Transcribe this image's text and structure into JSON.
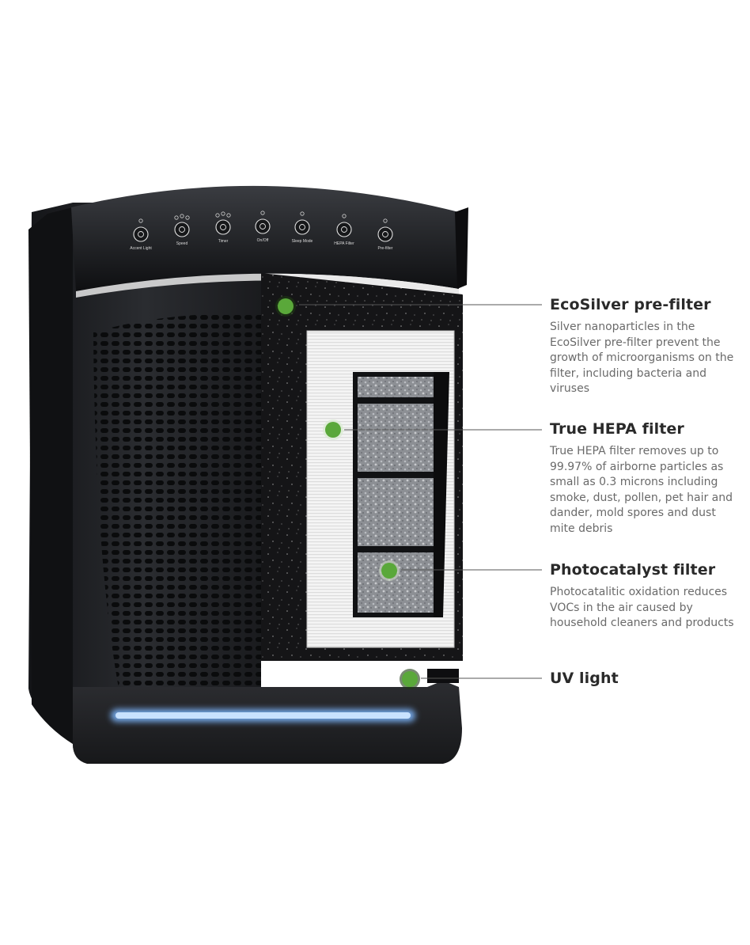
{
  "controls": [
    {
      "label": "Accent Light",
      "icon": "bulb-icon"
    },
    {
      "label": "Speed",
      "icon": "fan-icon"
    },
    {
      "label": "Timer",
      "icon": "clock-icon"
    },
    {
      "label": "On/Off",
      "icon": "power-icon"
    },
    {
      "label": "Sleep Mode",
      "icon": "sleep-icon"
    },
    {
      "label": "HEPA Filter",
      "icon": "hepa-filter-icon"
    },
    {
      "label": "Pre-filter",
      "icon": "pre-filter-icon"
    }
  ],
  "callouts": [
    {
      "title": "EcoSilver pre-filter",
      "body": "Silver nanoparticles in the EcoSilver pre-filter prevent the growth of microorganisms on the filter, including bacteria and viruses"
    },
    {
      "title": "True HEPA filter",
      "body": "True HEPA filter removes up to 99.97% of airborne particles as small as 0.3 microns including smoke, dust, pollen, pet hair and dander, mold spores and dust mite debris"
    },
    {
      "title": "Photocatalyst filter",
      "body": "Photocatalitic oxidation reduces VOCs in the air caused by household cleaners and products"
    },
    {
      "title": "UV light",
      "body": ""
    }
  ],
  "colors": {
    "marker": "#5aa83a",
    "uv_glow": "#7fb8ff",
    "body": "#1e1f22"
  }
}
